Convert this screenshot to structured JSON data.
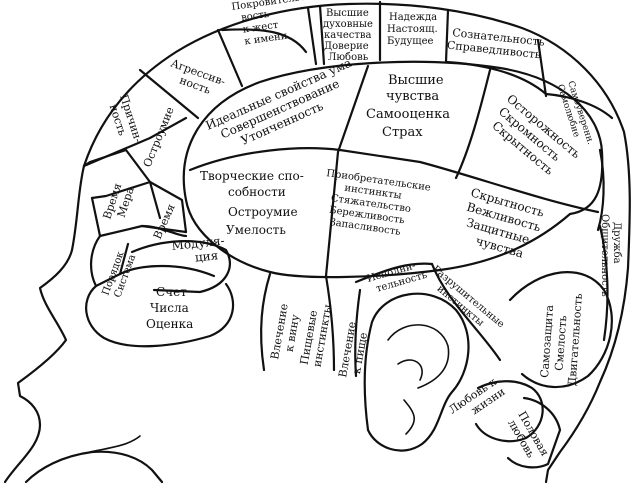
{
  "regions": {
    "pokrovitelstvo": [
      "Покровительст",
      "вость",
      "к жест",
      "к имени"
    ],
    "vysshie_dukhovnye": [
      "Высшие",
      "духовные",
      "качества",
      "Доверие",
      "Любовь"
    ],
    "nadezhda": [
      "Надежда",
      "Настоящ.",
      "Будущее"
    ],
    "soznatelnost": [
      "Сознательность",
      "Справедливость"
    ],
    "samouverennost": [
      "Самоуверенн.",
      "Самолюбие"
    ],
    "agressivnost": [
      "Агрессив-",
      "ность"
    ],
    "idealnye": [
      "Идеальные свойства ума",
      "Совершенствование",
      "Утонченность"
    ],
    "vysshie_chuvstva": [
      "Высшие",
      "чувства",
      "Самооценка",
      "Страх"
    ],
    "ostorozhnost": [
      "Осторожность",
      "Скромность",
      "Скрытность"
    ],
    "prichinnost": [
      "Причин-",
      "ность"
    ],
    "ostroumie_left": [
      "Остроумие"
    ],
    "tvorcheskie": [
      "Творческие спо-",
      "собности",
      "Остроумие",
      "Умелость"
    ],
    "priobretatelskie": [
      "Приобретательские",
      "инстинкты",
      "Стяжательство",
      "Бережливость",
      "Запасливость"
    ],
    "skrytnost": [
      "Скрытность",
      "Вежливость",
      "Защитные",
      "чувства"
    ],
    "druzhba": [
      "Дружба",
      "Общительность"
    ],
    "vremya_mera": [
      "Время",
      "Мера"
    ],
    "vremya": [
      "Время"
    ],
    "poryadok": [
      "Порядок",
      "Система"
    ],
    "modulyaciya": [
      "Модуля-",
      "ция"
    ],
    "schet": [
      "Счет",
      "Числа",
      "Оценка"
    ],
    "vlechenie_vinu": [
      "Влечение",
      "к вину",
      "Пищевые",
      "инстинкты"
    ],
    "vlechenie_pishe": [
      "Влечение",
      "к пище"
    ],
    "ispolnitelnost": [
      "Исполни-",
      "тельность"
    ],
    "razrushitelnye": [
      "Разрушительные",
      "инстинкты"
    ],
    "samozashchita": [
      "Самозащита",
      "Смелость",
      "Двигательность"
    ],
    "lyubov_k_zhizni": [
      "Любовь к",
      "жизни"
    ],
    "polovaya_lyubov": [
      "Половая",
      "любовь"
    ]
  }
}
